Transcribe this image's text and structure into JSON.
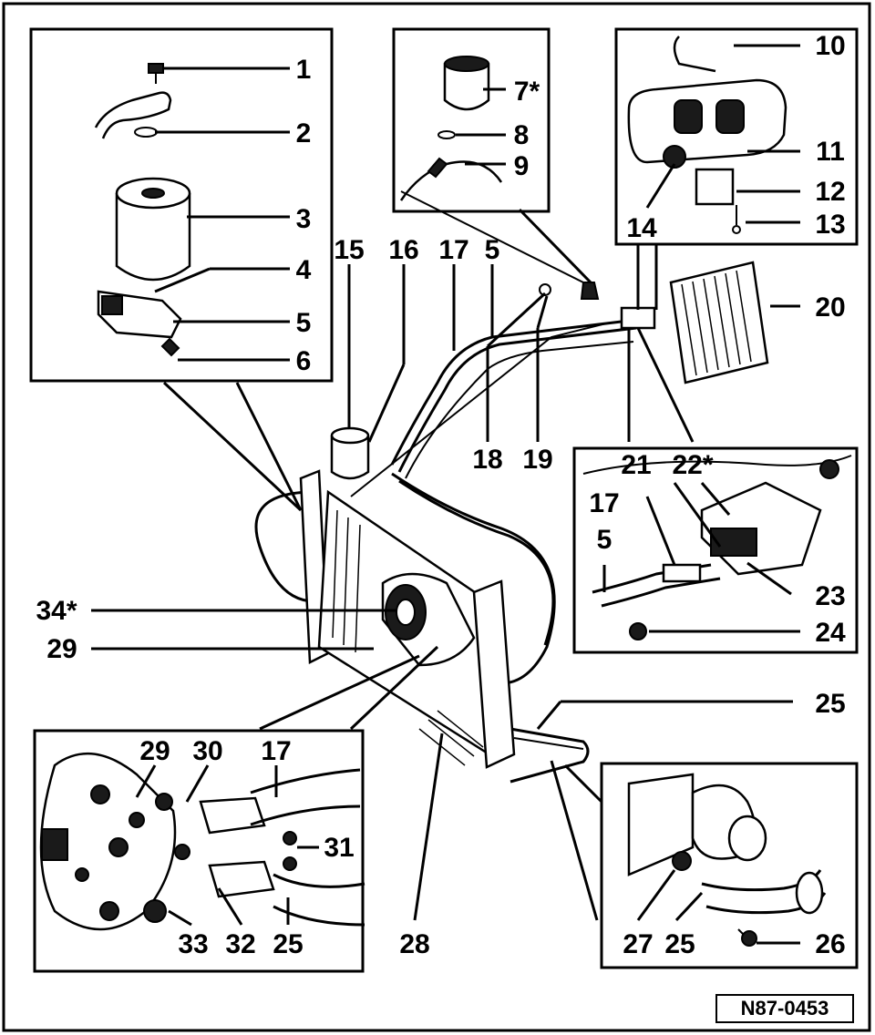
{
  "diagram": {
    "reference_id": "N87-0453",
    "callouts": {
      "c1": "1",
      "c2": "2",
      "c3": "3",
      "c4": "4",
      "c5": "5",
      "c6": "6",
      "c7": "7*",
      "c8": "8",
      "c9": "9",
      "c10": "10",
      "c11": "11",
      "c12": "12",
      "c13": "13",
      "c14": "14",
      "c15": "15",
      "c16": "16",
      "c17": "17",
      "c5b": "5",
      "c18": "18",
      "c19": "19",
      "c20": "20",
      "c21": "21",
      "c22": "22*",
      "c17b": "17",
      "c5c": "5",
      "c23": "23",
      "c24": "24",
      "c25": "25",
      "c34": "34*",
      "c29": "29",
      "c29b": "29",
      "c30": "30",
      "c17c": "17",
      "c31": "31",
      "c33": "33",
      "c32": "32",
      "c25b": "25",
      "c28": "28",
      "c27": "27",
      "c25c": "25",
      "c26": "26"
    }
  }
}
